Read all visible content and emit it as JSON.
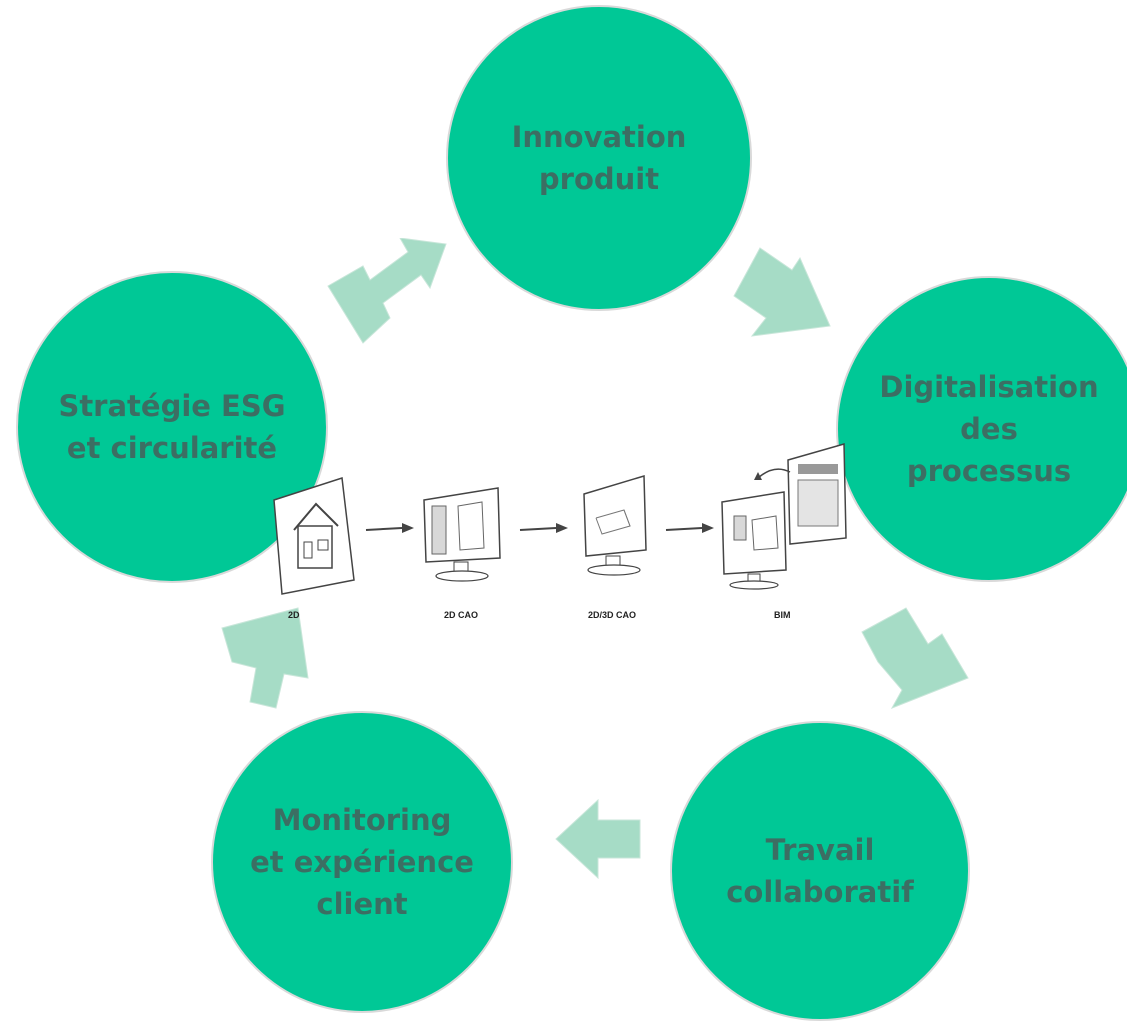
{
  "diagram": {
    "nodes": [
      {
        "id": "innovation",
        "label": "Innovation\nproduit"
      },
      {
        "id": "digitalisation",
        "label": "Digitalisation\ndes\nprocessus"
      },
      {
        "id": "collaboratif",
        "label": "Travail\ncollaboratif"
      },
      {
        "id": "monitoring",
        "label": "Monitoring\net expérience\nclient"
      },
      {
        "id": "esg",
        "label": "Stratégie ESG\net circularité"
      }
    ],
    "bim_evolution": {
      "steps": [
        "2D",
        "2D CAO",
        "2D/3D CAO",
        "BIM"
      ]
    },
    "colors": {
      "circle_fill": "#00c896",
      "circle_text": "#3c6e63",
      "arrow_fill": "#a6dcc6",
      "circle_border": "#d9d9d9"
    }
  }
}
